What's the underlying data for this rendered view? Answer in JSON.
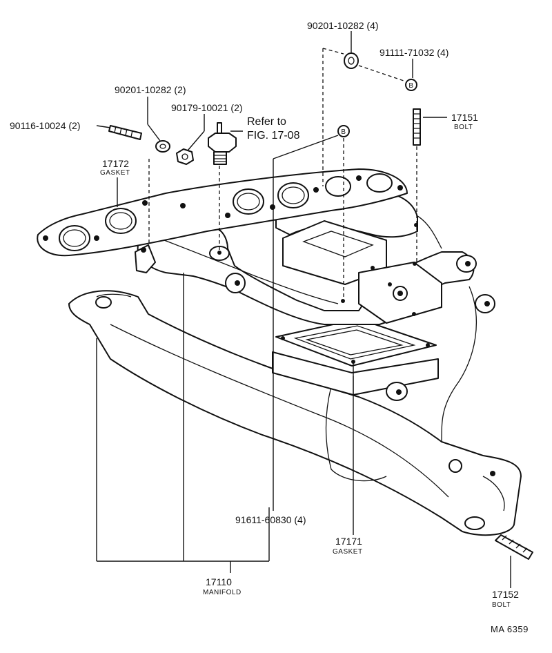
{
  "labels": {
    "washer_top": "90201-10282 (4)",
    "nut_top": "91111-71032 (4)",
    "washer_left": "90201-10282 (2)",
    "nut_left": "90179-10021 (2)",
    "stud_left": "90116-10024 (2)",
    "refer_line1": "Refer to",
    "refer_line2": "FIG. 17-08",
    "bolt_top_no": "17151",
    "bolt_top_name": "BOLT",
    "gasket_left_no": "17172",
    "gasket_left_name": "GASKET",
    "plug_screws": "91611-60830 (4)",
    "gasket_center_no": "17171",
    "gasket_center_name": "GASKET",
    "manifold_no": "17110",
    "manifold_name": "MANIFOLD",
    "bolt_bottom_no": "17152",
    "bolt_bottom_name": "BOLT",
    "figure_code": "MA  6359"
  },
  "callout_markers": {
    "b_top": "B",
    "b_mid": "B"
  }
}
